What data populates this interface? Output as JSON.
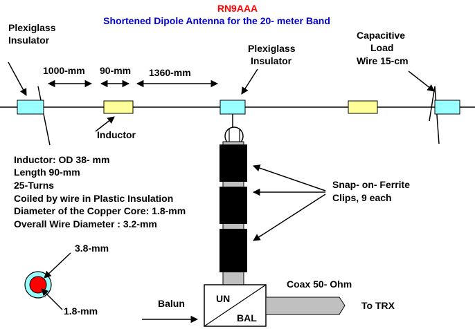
{
  "title": {
    "callsign": "RN9AAA",
    "subtitle": "Shortened Dipole Antenna for the 20- meter Band"
  },
  "labels": {
    "plexiglass_left_1": "Plexiglass",
    "plexiglass_left_2": "Insulator",
    "plexiglass_center_1": "Plexiglass",
    "plexiglass_center_2": "Insulator",
    "capacitive_1": "Capacitive",
    "capacitive_2": "Load",
    "capacitive_3": "Wire 15-cm",
    "dim_1000": "1000-mm",
    "dim_90": "90-mm",
    "dim_1360": "1360-mm",
    "inductor": "Inductor",
    "ferrite_1": "Snap- on- Ferrite",
    "ferrite_2": "Clips, 9 each",
    "coax_outer": "3.8-mm",
    "coax_inner": "1.8-mm",
    "balun": "Balun",
    "balun_un": "UN",
    "balun_bal": "BAL",
    "coax": "Coax 50- Ohm",
    "to_trx": "To TRX"
  },
  "inductor_specs": [
    "Inductor: OD 38- mm",
    "Length 90-mm",
    "25-Turns",
    "Coiled by wire in Plastic Insulation",
    "Diameter of the Copper Core: 1.8-mm",
    "Overall Wire Diameter : 3.2-mm"
  ],
  "colors": {
    "callsign": "#ff0000",
    "subtitle": "#0000cc",
    "insulator": "#99ffff",
    "inductor": "#ffff99",
    "ferrite": "#000000",
    "coax": "#c0c0c0",
    "core": "#ff0000"
  }
}
